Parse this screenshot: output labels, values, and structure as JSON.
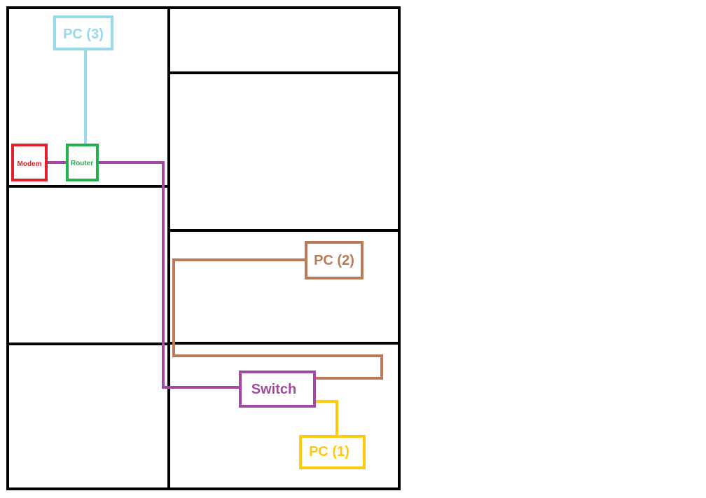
{
  "devices": {
    "modem": {
      "label": "Modem",
      "color": "#e0202a"
    },
    "router": {
      "label": "Router",
      "color": "#22b14c"
    },
    "switch": {
      "label": "Switch",
      "color": "#a349a4"
    },
    "pc3": {
      "label": "PC (3)",
      "color": "#99d9ea"
    },
    "pc2": {
      "label": "PC (2)",
      "color": "#b97a57"
    },
    "pc1": {
      "label": "PC (1)",
      "color": "#ffc90e"
    }
  },
  "wall_color": "#000000"
}
